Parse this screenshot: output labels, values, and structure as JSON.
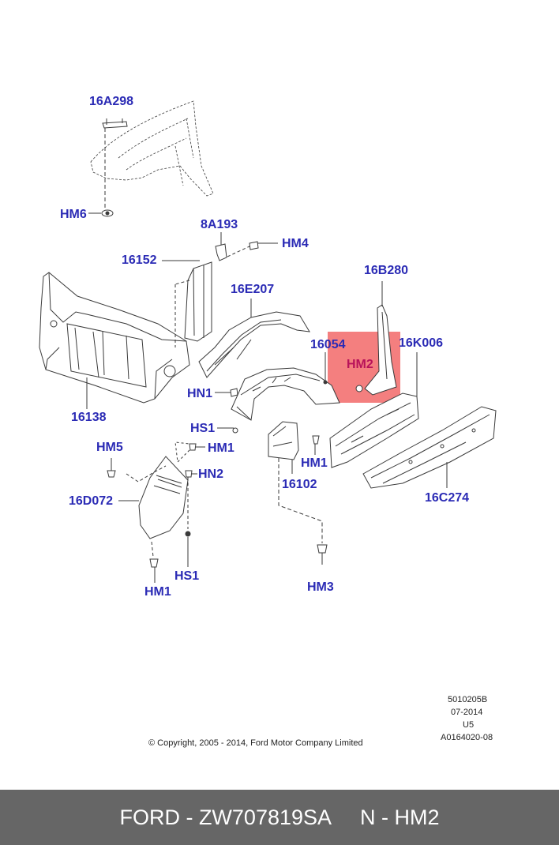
{
  "colors": {
    "label": "#2b2bb5",
    "highlight": "#f05454",
    "highlight_label": "#b8125a",
    "footer_bg": "#666666",
    "line": "#3a3a3a"
  },
  "labels": {
    "l16A298": "16A298",
    "lHM6": "HM6",
    "l8A193": "8A193",
    "lHM4": "HM4",
    "l16152": "16152",
    "l16B280": "16B280",
    "l16E207": "16E207",
    "l16054": "16054",
    "lHM2": "HM2",
    "l16K006": "16K006",
    "lHN1": "HN1",
    "l16138": "16138",
    "lHS1a": "HS1",
    "lHM5": "HM5",
    "lHM1a": "HM1",
    "lHM1b": "HM1",
    "lHN2": "HN2",
    "l16D072": "16D072",
    "l16102": "16102",
    "l16C274": "16C274",
    "lHS1b": "HS1",
    "lHM1c": "HM1",
    "lHM3": "HM3"
  },
  "meta": {
    "code1": "5010205B",
    "code2": "07-2014",
    "code3": "U5",
    "code4": "A0164020-08",
    "copyright": "© Copyright, 2005 - 2014, Ford Motor Company Limited"
  },
  "footer": {
    "text": "FORD - ZW707819SA     N - HM2"
  }
}
